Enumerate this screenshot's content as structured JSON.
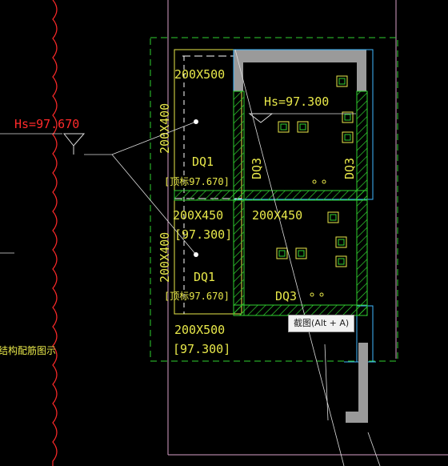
{
  "drawing": {
    "elevation_left": "Hs=97.670",
    "elevation_right": "Hs=97.300",
    "beam_top_left": "200X500",
    "beam_mid_left": "200X450",
    "beam_mid_right": "200X450",
    "beam_bottom": "200X500",
    "elev_mid": "[97.300]",
    "elev_bottom": "[97.300]",
    "beam_vertical_top": "200X400",
    "beam_vertical_bottom": "200X400",
    "dq1_top": "DQ1",
    "dq1_bottom": "DQ1",
    "dq1_top_note": "[顶标97.670]",
    "dq1_bottom_note": "[顶标97.670]",
    "dq3_left": "DQ3",
    "dq3_right": "DQ3",
    "dq3_bottom": "DQ3",
    "left_edge_text": "结构配筋图示"
  },
  "tooltip": {
    "text": "截图(Alt + A)"
  },
  "colors": {
    "background": "#000000",
    "yellow": "#e8e84a",
    "green": "#2fd12f",
    "red": "#ff2a2a",
    "cyan": "#3fb8ff",
    "gray_fill": "#9a9a9a",
    "frame": "#d9a0c8"
  }
}
